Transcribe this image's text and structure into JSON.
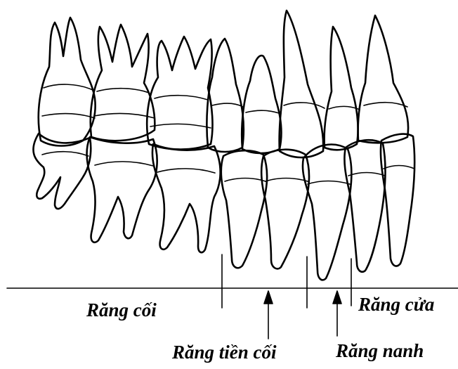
{
  "labels": {
    "molar": "Răng cối",
    "premolar": "Răng tiền cối",
    "canine": "Răng nanh",
    "incisor": "Răng cửa"
  }
}
